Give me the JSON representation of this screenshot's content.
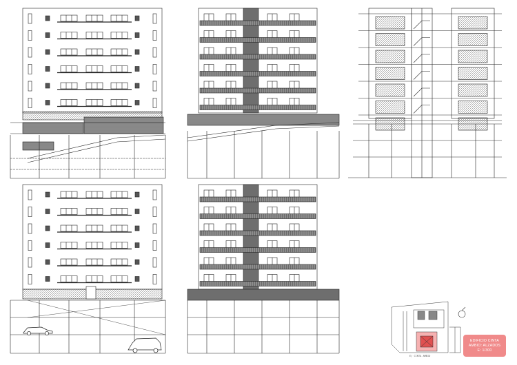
{
  "sheet": {
    "title_block": {
      "line1": "EDIFICIO CINTA",
      "line2": "AMBIO: ALZADOS",
      "line3": "E: 1/300",
      "color": "#f08a8a"
    },
    "key_plan_caption": "E/ CINTA AMBIO",
    "north_icon": "north-arrow-icon"
  },
  "colors": {
    "line": "#222222",
    "hatch": "#555555",
    "dark_band": "#6e6e6e",
    "panel_fill": "#bdbdbd"
  }
}
